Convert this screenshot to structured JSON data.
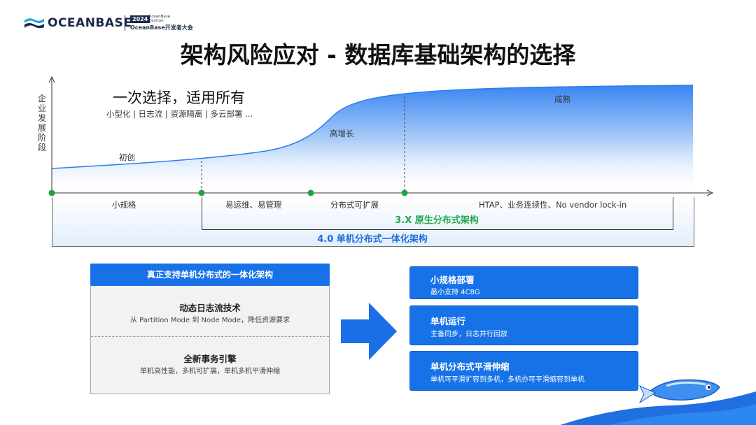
{
  "header": {
    "brand": "OCEANBASE",
    "event_year": "2024",
    "event_tag_top": "OceanBase",
    "event_tag_bottom": "DevCon",
    "event_name": "OceanBase开发者大会"
  },
  "title": "架构风险应对 - 数据库基础架构的选择",
  "chart": {
    "y_axis_label": "企业发展阶段",
    "heading": "一次选择，适用所有",
    "subheading": "小型化 | 日志流 | 资源隔离 | 多云部署 ...",
    "curve_stages": [
      "初创",
      "高增长",
      "成熟"
    ],
    "segments": [
      "小规格",
      "易运维、易管理",
      "分布式可扩展",
      "HTAP、业务连续性、No vendor lock-in"
    ],
    "band_30": "3.X 原生分布式架构",
    "band_40": "4.0 单机分布式一体化架构",
    "colors": {
      "curve_fill": "#2b7df0",
      "marker": "#1aa640",
      "band_30": "#22a84a",
      "band_40": "#1a6ed8"
    }
  },
  "left_panel": {
    "header": "真正支持单机分布式的一体化架构",
    "items": [
      {
        "title": "动态日志流技术",
        "desc": "从 Partition Mode 到 Node Mode，降低资源要求"
      },
      {
        "title": "全新事务引擎",
        "desc": "单机高性能，多机可扩展，单机多机平滑伸缩"
      }
    ]
  },
  "right_panel": {
    "items": [
      {
        "title": "小规格部署",
        "desc": "最小支持 4C8G"
      },
      {
        "title": "单机运行",
        "desc": "主备同步，日志并行回放"
      },
      {
        "title": "单机分布式平滑伸缩",
        "desc": "单机可平滑扩容到多机，多机亦可平滑缩容到单机"
      }
    ]
  },
  "colors": {
    "accent": "#1772e8",
    "wave": "#1f6fe0"
  }
}
